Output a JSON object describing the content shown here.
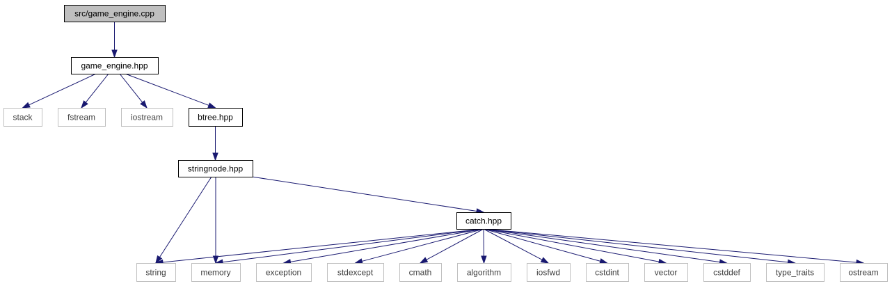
{
  "diagram": {
    "type": "include-dependency-graph",
    "colors": {
      "edge": "#191970",
      "root_fill": "#bfbfbf",
      "project_border": "#000000",
      "system_border": "#bfbfbf",
      "system_text": "#3f3f3f"
    },
    "nodes": [
      {
        "id": "n0",
        "label": "src/game_engine.cpp",
        "kind": "root"
      },
      {
        "id": "n1",
        "label": "game_engine.hpp",
        "kind": "project"
      },
      {
        "id": "n2",
        "label": "stack",
        "kind": "system"
      },
      {
        "id": "n3",
        "label": "fstream",
        "kind": "system"
      },
      {
        "id": "n4",
        "label": "iostream",
        "kind": "system"
      },
      {
        "id": "n5",
        "label": "btree.hpp",
        "kind": "project"
      },
      {
        "id": "n6",
        "label": "stringnode.hpp",
        "kind": "project"
      },
      {
        "id": "n7",
        "label": "catch.hpp",
        "kind": "project"
      },
      {
        "id": "n8",
        "label": "string",
        "kind": "system"
      },
      {
        "id": "n9",
        "label": "memory",
        "kind": "system"
      },
      {
        "id": "n10",
        "label": "exception",
        "kind": "system"
      },
      {
        "id": "n11",
        "label": "stdexcept",
        "kind": "system"
      },
      {
        "id": "n12",
        "label": "cmath",
        "kind": "system"
      },
      {
        "id": "n13",
        "label": "algorithm",
        "kind": "system"
      },
      {
        "id": "n14",
        "label": "iosfwd",
        "kind": "system"
      },
      {
        "id": "n15",
        "label": "cstdint",
        "kind": "system"
      },
      {
        "id": "n16",
        "label": "vector",
        "kind": "system"
      },
      {
        "id": "n17",
        "label": "cstddef",
        "kind": "system"
      },
      {
        "id": "n18",
        "label": "type_traits",
        "kind": "system"
      },
      {
        "id": "n19",
        "label": "ostream",
        "kind": "system"
      }
    ],
    "edges": [
      [
        "n0",
        "n1"
      ],
      [
        "n1",
        "n2"
      ],
      [
        "n1",
        "n3"
      ],
      [
        "n1",
        "n4"
      ],
      [
        "n1",
        "n5"
      ],
      [
        "n5",
        "n6"
      ],
      [
        "n6",
        "n8"
      ],
      [
        "n6",
        "n9"
      ],
      [
        "n6",
        "n7"
      ],
      [
        "n7",
        "n8"
      ],
      [
        "n7",
        "n9"
      ],
      [
        "n7",
        "n10"
      ],
      [
        "n7",
        "n11"
      ],
      [
        "n7",
        "n12"
      ],
      [
        "n7",
        "n13"
      ],
      [
        "n7",
        "n14"
      ],
      [
        "n7",
        "n15"
      ],
      [
        "n7",
        "n16"
      ],
      [
        "n7",
        "n17"
      ],
      [
        "n7",
        "n18"
      ],
      [
        "n7",
        "n19"
      ]
    ]
  }
}
